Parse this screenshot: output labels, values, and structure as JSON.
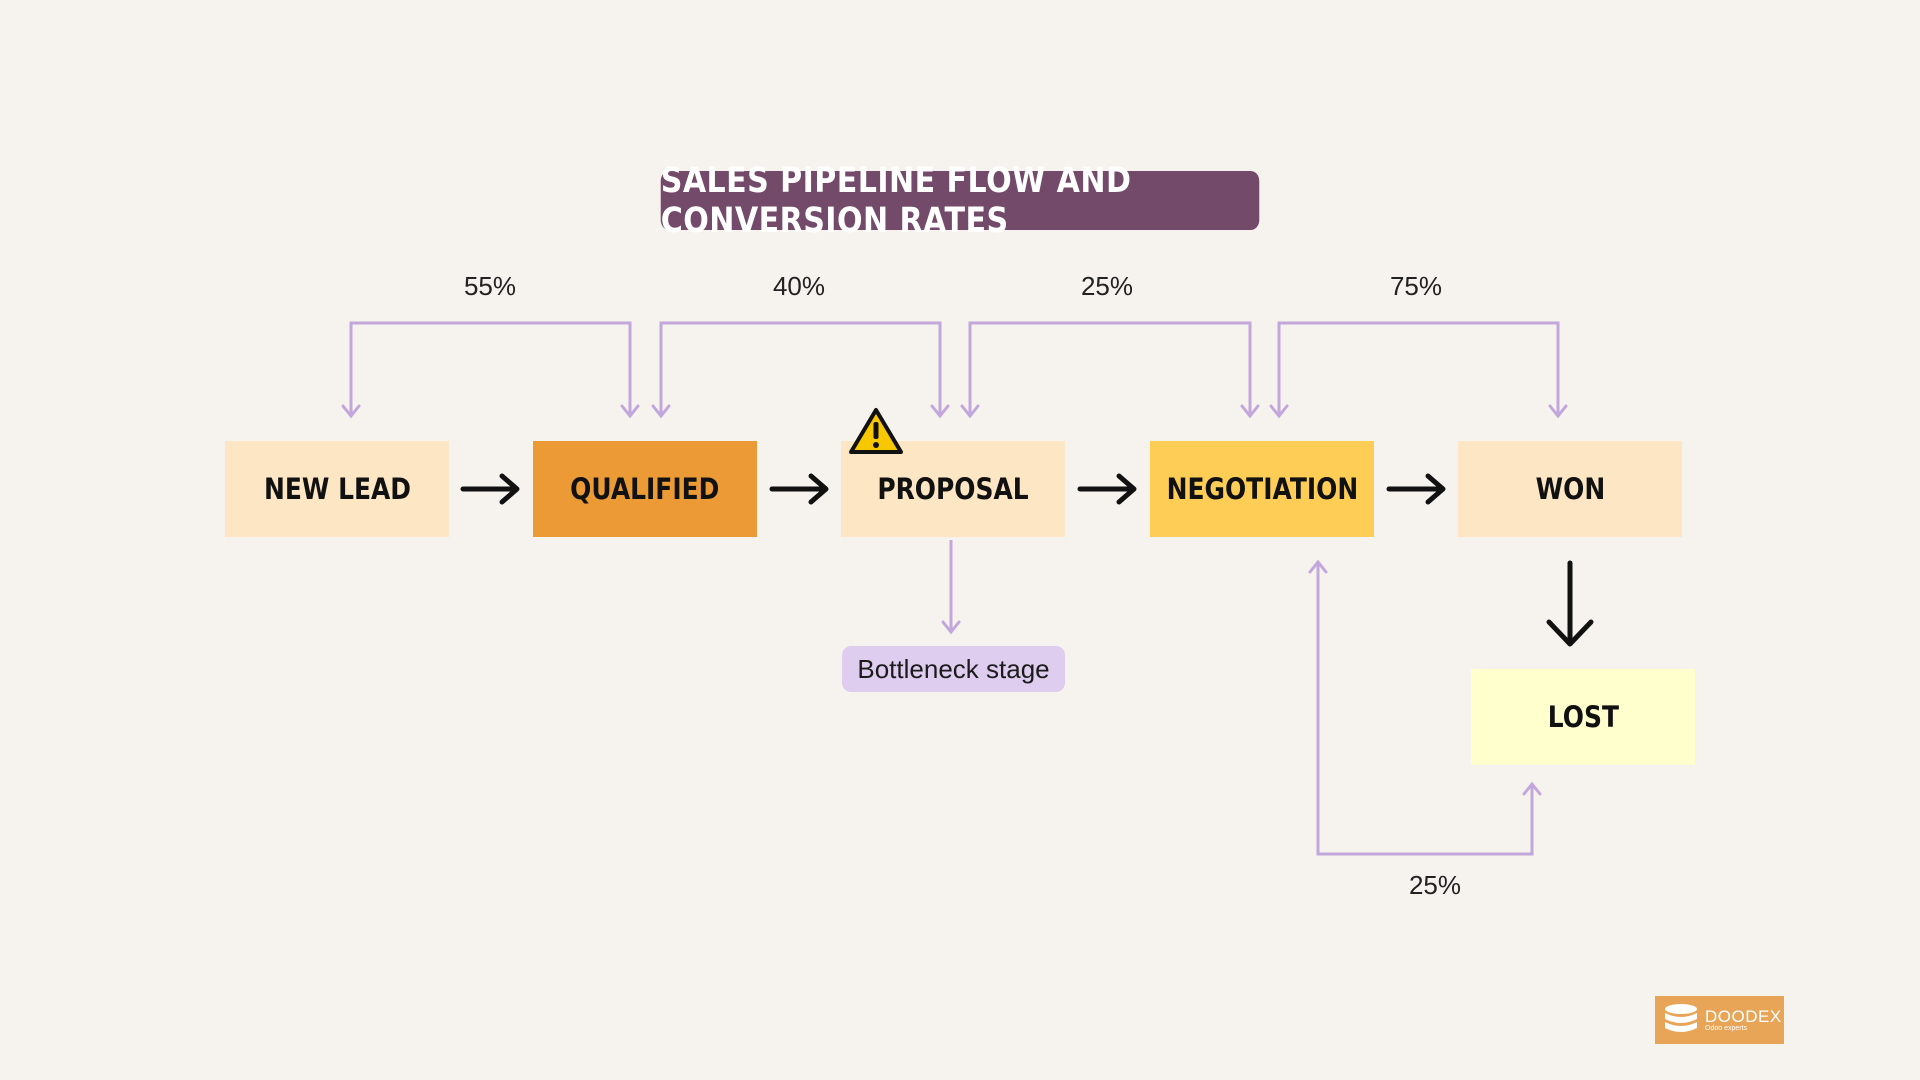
{
  "title": "SALES PIPELINE FLOW AND CONVERSION RATES",
  "stages": {
    "new_lead": "NEW LEAD",
    "qualified": "QUALIFIED",
    "proposal": "PROPOSAL",
    "negotiation": "NEGOTIATION",
    "won": "WON",
    "lost": "LOST"
  },
  "colors": {
    "new_lead": "#fde6c4",
    "qualified": "#eb9a36",
    "proposal": "#fde6c4",
    "negotiation": "#fecd55",
    "won": "#fde6c4",
    "lost": "#feffcd",
    "title_bg": "#744a6a",
    "connector": "#c1a7dc",
    "note_bg": "#dfcdf0",
    "background": "#f6f3ee"
  },
  "rates": {
    "new_lead_to_qualified": "55%",
    "qualified_to_proposal": "40%",
    "proposal_to_negotiation": "25%",
    "negotiation_to_won": "75%",
    "lost_to_negotiation": "25%"
  },
  "note": "Bottleneck stage",
  "warning_icon": "warning-triangle-icon",
  "logo": {
    "name": "DOODEX",
    "tagline": "Odoo experts",
    "icon": "database-icon"
  }
}
